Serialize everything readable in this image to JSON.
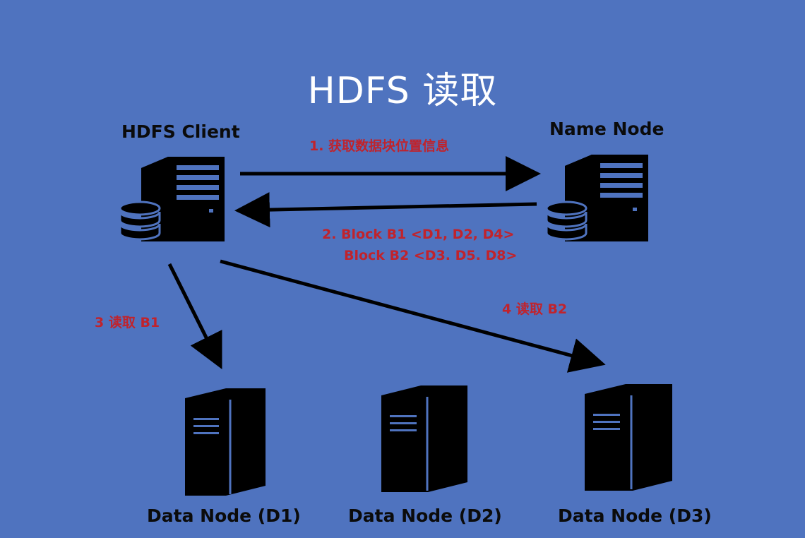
{
  "title": "HDFS 读取",
  "nodes": {
    "client": "HDFS Client",
    "name_node": "Name Node",
    "data_node_1": "Data Node (D1)",
    "data_node_2": "Data Node (D2)",
    "data_node_3": "Data Node (D3)"
  },
  "steps": {
    "step1": "1. 获取数据块位置信息",
    "step2_line1": "2. Block  B1 <D1, D2, D4>",
    "step2_line2": "Block  B2 <D3. D5. D8>",
    "step3": "3 读取 B1",
    "step4": "4 读取 B2"
  },
  "colors": {
    "background": "#4f73bf",
    "title": "#ffffff",
    "node_label": "#0b0b0b",
    "step_label": "#c0232c",
    "server_icon": "#000000"
  }
}
